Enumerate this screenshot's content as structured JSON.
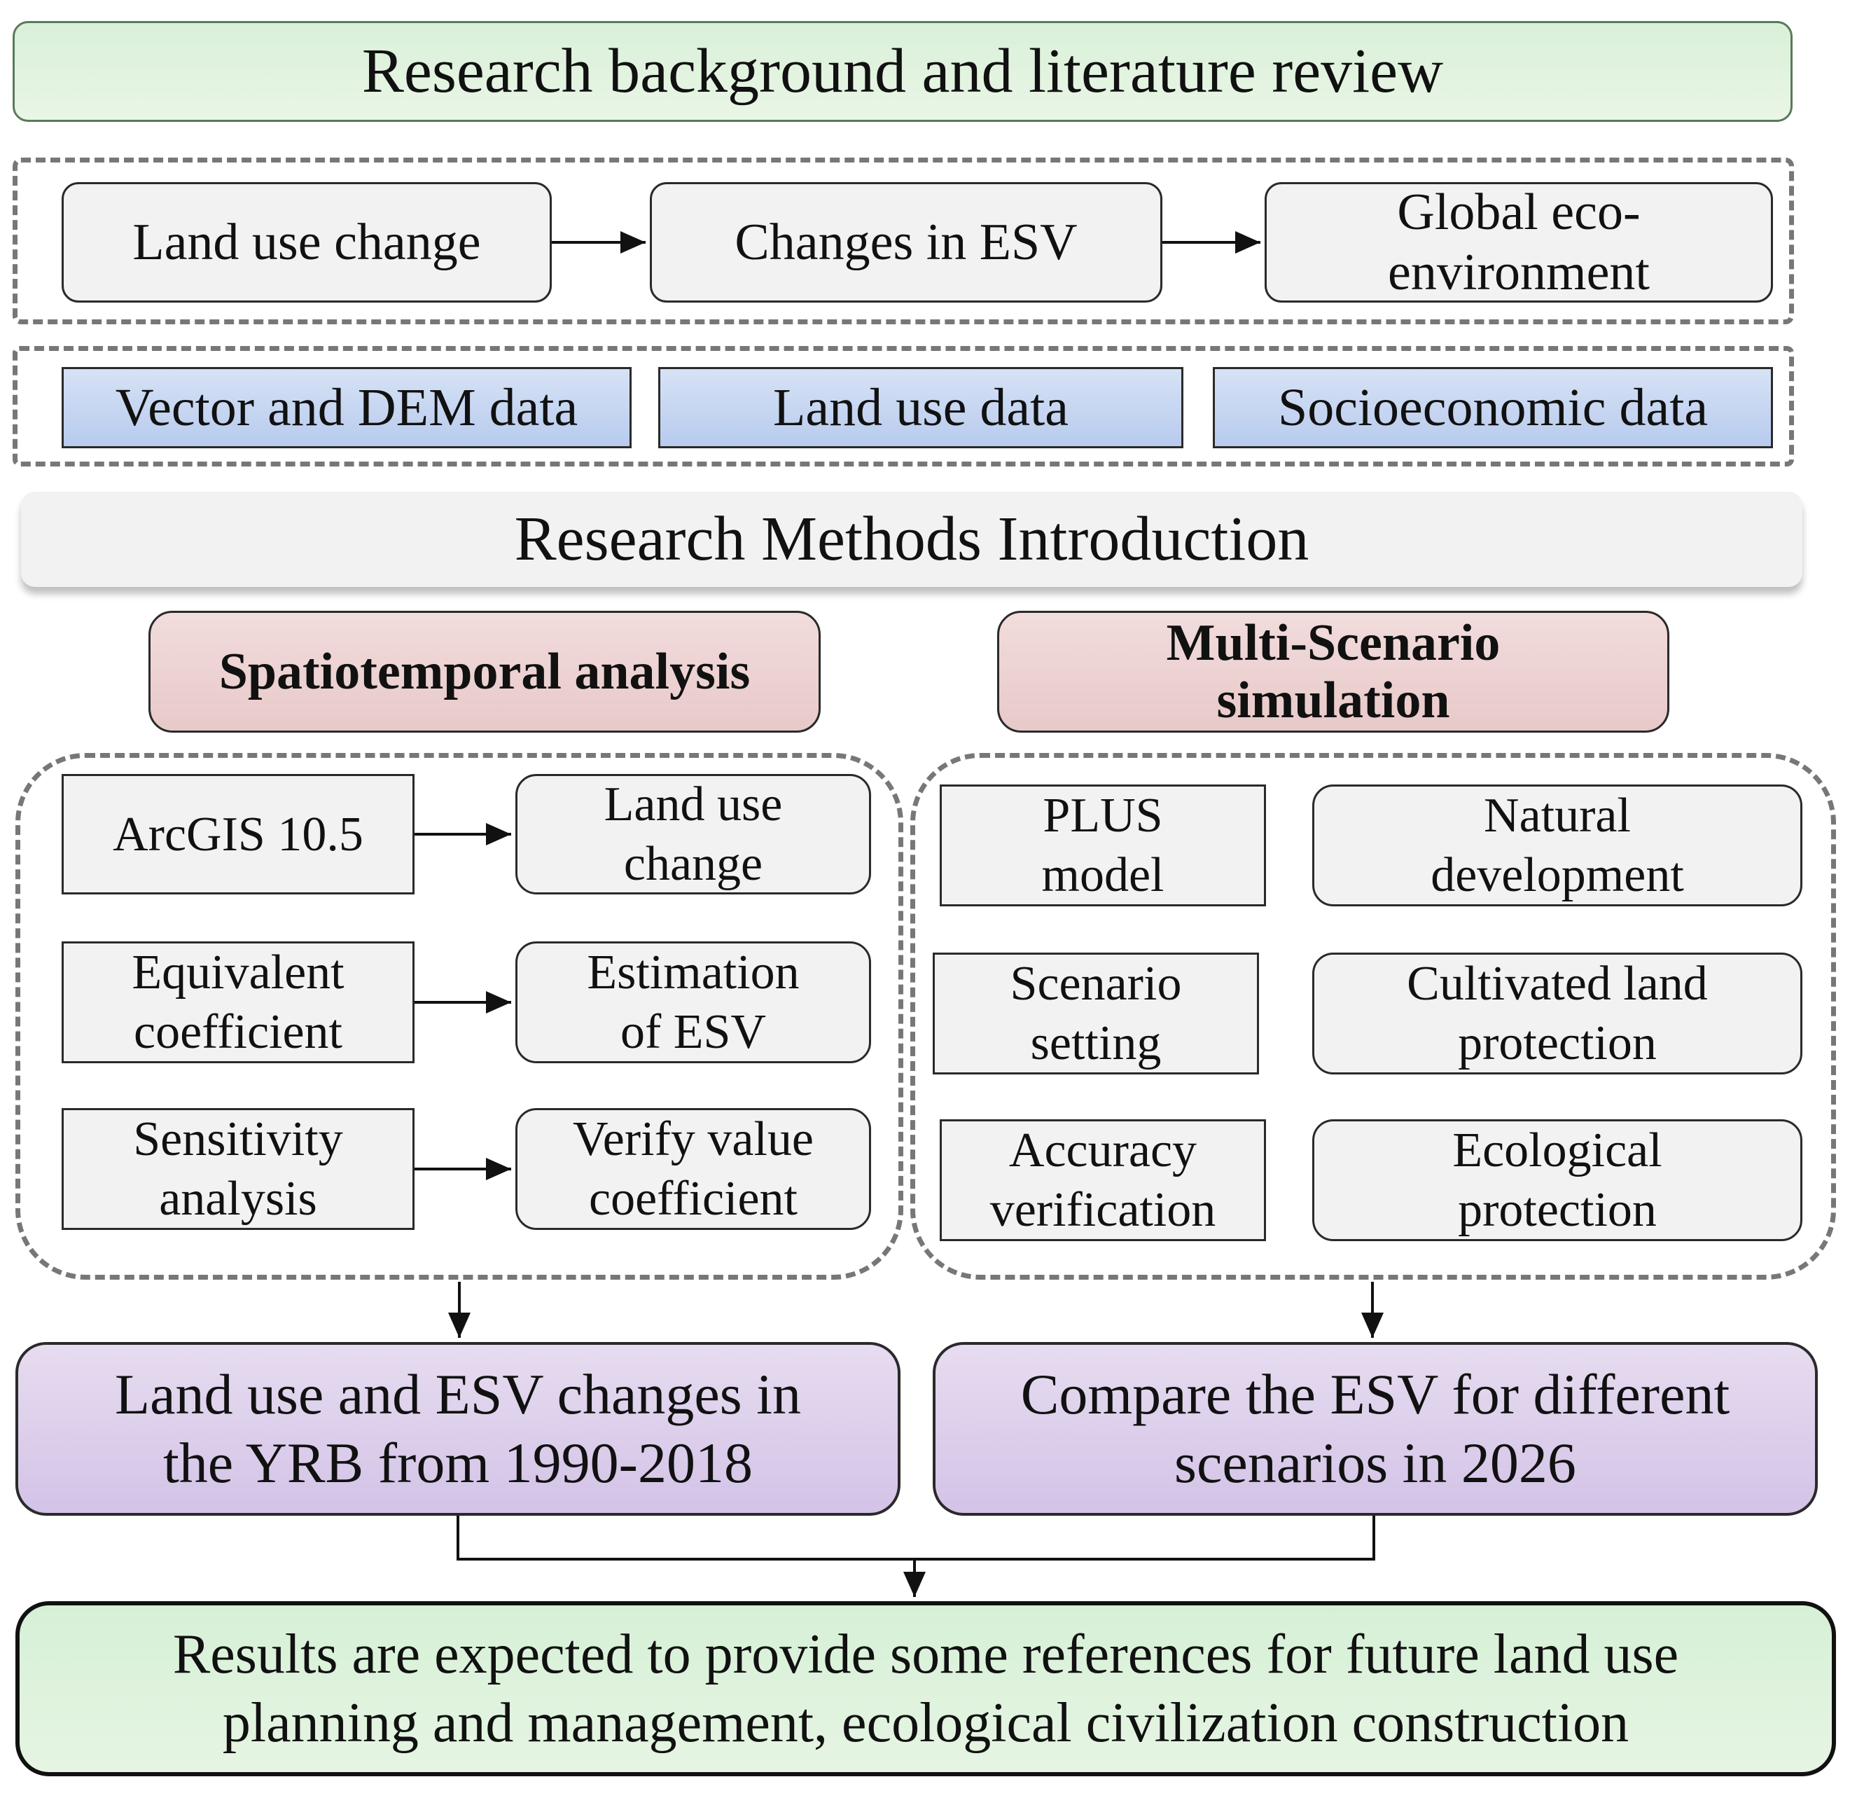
{
  "header": {
    "title": "Research background and literature review"
  },
  "flow_row": {
    "items": [
      "Land use change",
      "Changes in ESV",
      "Global eco-environment"
    ],
    "global_line1": "Global eco-",
    "global_line2": "environment"
  },
  "data_row": {
    "items": [
      "Vector and DEM data",
      "Land use data",
      "Socioeconomic data"
    ]
  },
  "methods": {
    "title": "Research Methods Introduction"
  },
  "spatiotemporal": {
    "title": "Spatiotemporal analysis",
    "steps": [
      {
        "left": [
          "ArcGIS 10.5"
        ],
        "right": [
          "Land use",
          "change"
        ]
      },
      {
        "left": [
          "Equivalent",
          "coefficient"
        ],
        "right": [
          "Estimation",
          "of ESV"
        ]
      },
      {
        "left": [
          "Sensitivity",
          "analysis"
        ],
        "right": [
          "Verify value",
          "coefficient"
        ]
      }
    ],
    "result": [
      "Land use and ESV changes in",
      "the YRB from 1990-2018"
    ]
  },
  "simulation": {
    "title": [
      "Multi-Scenario",
      "simulation"
    ],
    "left": [
      [
        "PLUS",
        "model"
      ],
      [
        "Scenario",
        "setting"
      ],
      [
        "Accuracy",
        "verification"
      ]
    ],
    "right": [
      [
        "Natural",
        "development"
      ],
      [
        "Cultivated land",
        "protection"
      ],
      [
        "Ecological",
        "protection"
      ]
    ],
    "result": [
      "Compare the ESV for different",
      "scenarios in 2026"
    ]
  },
  "conclusion": {
    "lines": [
      "Results are expected to provide some references for future land use",
      "planning and management,  ecological civilization construction"
    ]
  }
}
